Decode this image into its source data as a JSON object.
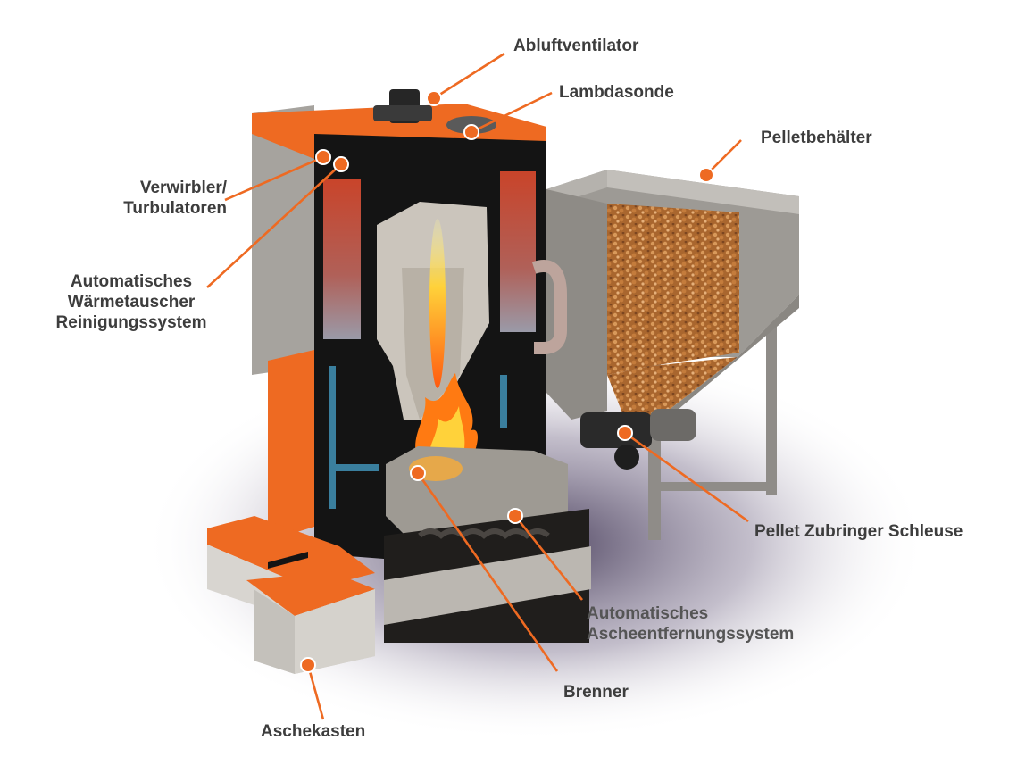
{
  "colors": {
    "accent": "#ee6a22",
    "label_text": "#3d3d3d",
    "body_grey": "#9d9a95",
    "frame_dark": "#141414",
    "water_blue": "#3a7f9e",
    "pellet_brown": "#b9783c"
  },
  "labels": {
    "abluftventilator": "Abluftventilator",
    "lambdasonde": "Lambdasonde",
    "pelletbehaelter": "Pelletbehälter",
    "verwirbler_line1": "Verwirbler/",
    "verwirbler_line2": "Turbulatoren",
    "reinigung_line1": "Automatisches",
    "reinigung_line2": "Wärmetauscher",
    "reinigung_line3": "Reinigungssystem",
    "schleuse": "Pellet Zubringer Schleuse",
    "asche_line1": "Automatisches",
    "asche_line2": "Ascheentfernungssystem",
    "brenner": "Brenner",
    "aschekasten": "Aschekasten"
  }
}
